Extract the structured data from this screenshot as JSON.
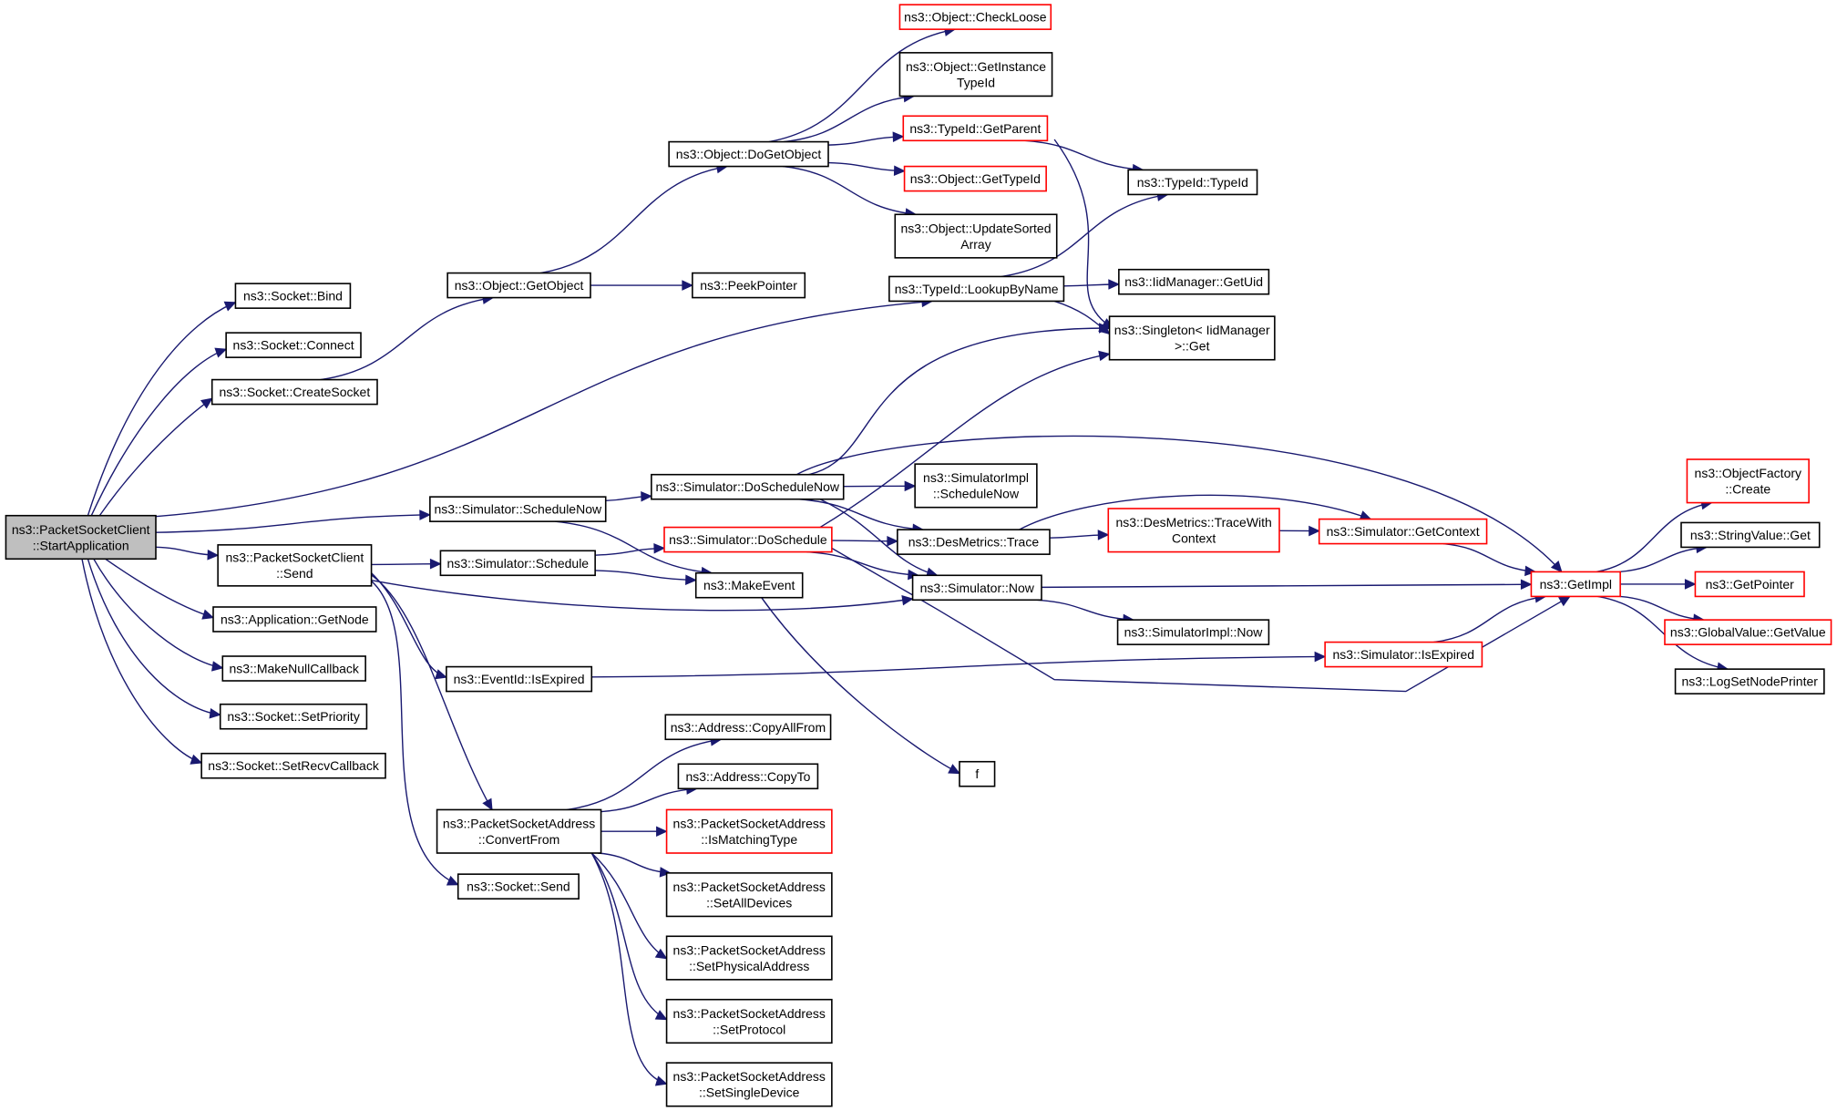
{
  "colors": {
    "edge": "#191970",
    "normal_border": "#000000",
    "incomplete_border": "#ff0000",
    "root_fill": "#bfbfbf",
    "fill": "#ffffff"
  },
  "nodes": [
    {
      "id": "root",
      "lines": [
        "ns3::PacketSocketClient",
        "::StartApplication"
      ],
      "kind": "root"
    },
    {
      "id": "bind",
      "lines": [
        "ns3::Socket::Bind"
      ],
      "kind": "normal"
    },
    {
      "id": "connect",
      "lines": [
        "ns3::Socket::Connect"
      ],
      "kind": "normal"
    },
    {
      "id": "createsocket",
      "lines": [
        "ns3::Socket::CreateSocket"
      ],
      "kind": "normal"
    },
    {
      "id": "pscsend",
      "lines": [
        "ns3::PacketSocketClient",
        "::Send"
      ],
      "kind": "normal"
    },
    {
      "id": "getnode",
      "lines": [
        "ns3::Application::GetNode"
      ],
      "kind": "normal"
    },
    {
      "id": "makenull",
      "lines": [
        "ns3::MakeNullCallback"
      ],
      "kind": "normal"
    },
    {
      "id": "setpriority",
      "lines": [
        "ns3::Socket::SetPriority"
      ],
      "kind": "normal"
    },
    {
      "id": "setrecv",
      "lines": [
        "ns3::Socket::SetRecvCallback"
      ],
      "kind": "normal"
    },
    {
      "id": "getobject",
      "lines": [
        "ns3::Object::GetObject"
      ],
      "kind": "normal"
    },
    {
      "id": "peekpointer",
      "lines": [
        "ns3::PeekPointer"
      ],
      "kind": "normal"
    },
    {
      "id": "dogetobject",
      "lines": [
        "ns3::Object::DoGetObject"
      ],
      "kind": "normal"
    },
    {
      "id": "checkloose",
      "lines": [
        "ns3::Object::CheckLoose"
      ],
      "kind": "incomplete"
    },
    {
      "id": "getinstancetypeid",
      "lines": [
        "ns3::Object::GetInstance",
        "TypeId"
      ],
      "kind": "normal"
    },
    {
      "id": "typeidgetparent",
      "lines": [
        "ns3::TypeId::GetParent"
      ],
      "kind": "incomplete"
    },
    {
      "id": "objgettypeid",
      "lines": [
        "ns3::Object::GetTypeId"
      ],
      "kind": "incomplete"
    },
    {
      "id": "updatesorted",
      "lines": [
        "ns3::Object::UpdateSorted",
        "Array"
      ],
      "kind": "normal"
    },
    {
      "id": "typeidtypeid",
      "lines": [
        "ns3::TypeId::TypeId"
      ],
      "kind": "normal"
    },
    {
      "id": "lookupbyname",
      "lines": [
        "ns3::TypeId::LookupByName"
      ],
      "kind": "normal"
    },
    {
      "id": "iidgetuid",
      "lines": [
        "ns3::IidManager::GetUid"
      ],
      "kind": "normal"
    },
    {
      "id": "singletonget",
      "lines": [
        "ns3::Singleton< IidManager",
        ">::Get"
      ],
      "kind": "normal"
    },
    {
      "id": "schedulenow",
      "lines": [
        "ns3::Simulator::ScheduleNow"
      ],
      "kind": "normal"
    },
    {
      "id": "doschedulenow",
      "lines": [
        "ns3::Simulator::DoScheduleNow"
      ],
      "kind": "normal"
    },
    {
      "id": "simimplschedulenow",
      "lines": [
        "ns3::SimulatorImpl",
        "::ScheduleNow"
      ],
      "kind": "normal"
    },
    {
      "id": "schedule",
      "lines": [
        "ns3::Simulator::Schedule"
      ],
      "kind": "normal"
    },
    {
      "id": "doschedule",
      "lines": [
        "ns3::Simulator::DoSchedule"
      ],
      "kind": "incomplete"
    },
    {
      "id": "makeevent",
      "lines": [
        "ns3::MakeEvent"
      ],
      "kind": "normal"
    },
    {
      "id": "destrace",
      "lines": [
        "ns3::DesMetrics::Trace"
      ],
      "kind": "normal"
    },
    {
      "id": "tracewithcontext",
      "lines": [
        "ns3::DesMetrics::TraceWith",
        "Context"
      ],
      "kind": "incomplete"
    },
    {
      "id": "getcontext",
      "lines": [
        "ns3::Simulator::GetContext"
      ],
      "kind": "incomplete"
    },
    {
      "id": "simnow",
      "lines": [
        "ns3::Simulator::Now"
      ],
      "kind": "normal"
    },
    {
      "id": "simimplnow",
      "lines": [
        "ns3::SimulatorImpl::Now"
      ],
      "kind": "normal"
    },
    {
      "id": "getimpl",
      "lines": [
        "ns3::GetImpl"
      ],
      "kind": "incomplete"
    },
    {
      "id": "simisexpired",
      "lines": [
        "ns3::Simulator::IsExpired"
      ],
      "kind": "incomplete"
    },
    {
      "id": "eventisexpired",
      "lines": [
        "ns3::EventId::IsExpired"
      ],
      "kind": "normal"
    },
    {
      "id": "objfactorycreate",
      "lines": [
        "ns3::ObjectFactory",
        "::Create"
      ],
      "kind": "incomplete"
    },
    {
      "id": "stringvalueget",
      "lines": [
        "ns3::StringValue::Get"
      ],
      "kind": "normal"
    },
    {
      "id": "getpointer",
      "lines": [
        "ns3::GetPointer"
      ],
      "kind": "incomplete"
    },
    {
      "id": "globalvalue",
      "lines": [
        "ns3::GlobalValue::GetValue"
      ],
      "kind": "incomplete"
    },
    {
      "id": "logsetnode",
      "lines": [
        "ns3::LogSetNodePrinter"
      ],
      "kind": "normal"
    },
    {
      "id": "f",
      "lines": [
        "f"
      ],
      "kind": "normal"
    },
    {
      "id": "copyallfrom",
      "lines": [
        "ns3::Address::CopyAllFrom"
      ],
      "kind": "normal"
    },
    {
      "id": "copyto",
      "lines": [
        "ns3::Address::CopyTo"
      ],
      "kind": "normal"
    },
    {
      "id": "convertfrom",
      "lines": [
        "ns3::PacketSocketAddress",
        "::ConvertFrom"
      ],
      "kind": "normal"
    },
    {
      "id": "ismatching",
      "lines": [
        "ns3::PacketSocketAddress",
        "::IsMatchingType"
      ],
      "kind": "incomplete"
    },
    {
      "id": "setalldevices",
      "lines": [
        "ns3::PacketSocketAddress",
        "::SetAllDevices"
      ],
      "kind": "normal"
    },
    {
      "id": "setphysical",
      "lines": [
        "ns3::PacketSocketAddress",
        "::SetPhysicalAddress"
      ],
      "kind": "normal"
    },
    {
      "id": "setprotocol",
      "lines": [
        "ns3::PacketSocketAddress",
        "::SetProtocol"
      ],
      "kind": "normal"
    },
    {
      "id": "setsingle",
      "lines": [
        "ns3::PacketSocketAddress",
        "::SetSingleDevice"
      ],
      "kind": "normal"
    },
    {
      "id": "socketsend",
      "lines": [
        "ns3::Socket::Send"
      ],
      "kind": "normal"
    }
  ],
  "edges": [
    [
      "root",
      "bind"
    ],
    [
      "root",
      "connect"
    ],
    [
      "root",
      "createsocket"
    ],
    [
      "root",
      "lookupbyname"
    ],
    [
      "root",
      "schedulenow"
    ],
    [
      "root",
      "pscsend"
    ],
    [
      "root",
      "getnode"
    ],
    [
      "root",
      "makenull"
    ],
    [
      "root",
      "setpriority"
    ],
    [
      "root",
      "setrecv"
    ],
    [
      "createsocket",
      "getobject"
    ],
    [
      "getobject",
      "dogetobject"
    ],
    [
      "getobject",
      "peekpointer"
    ],
    [
      "dogetobject",
      "checkloose"
    ],
    [
      "dogetobject",
      "getinstancetypeid"
    ],
    [
      "dogetobject",
      "typeidgetparent"
    ],
    [
      "dogetobject",
      "objgettypeid"
    ],
    [
      "dogetobject",
      "updatesorted"
    ],
    [
      "typeidgetparent",
      "typeidtypeid"
    ],
    [
      "typeidgetparent",
      "singletonget"
    ],
    [
      "lookupbyname",
      "typeidtypeid"
    ],
    [
      "lookupbyname",
      "iidgetuid"
    ],
    [
      "lookupbyname",
      "singletonget"
    ],
    [
      "schedulenow",
      "doschedulenow"
    ],
    [
      "schedulenow",
      "makeevent"
    ],
    [
      "doschedulenow",
      "simimplschedulenow"
    ],
    [
      "doschedulenow",
      "destrace"
    ],
    [
      "doschedulenow",
      "simnow"
    ],
    [
      "doschedulenow",
      "getimpl"
    ],
    [
      "doschedulenow",
      "singletonget"
    ],
    [
      "pscsend",
      "schedule"
    ],
    [
      "pscsend",
      "simnow"
    ],
    [
      "pscsend",
      "eventisexpired"
    ],
    [
      "pscsend",
      "convertfrom"
    ],
    [
      "pscsend",
      "socketsend"
    ],
    [
      "schedule",
      "doschedule"
    ],
    [
      "schedule",
      "makeevent"
    ],
    [
      "doschedule",
      "destrace"
    ],
    [
      "doschedule",
      "simnow"
    ],
    [
      "doschedule",
      "singletonget"
    ],
    [
      "doschedule",
      "getimpl"
    ],
    [
      "destrace",
      "tracewithcontext"
    ],
    [
      "destrace",
      "getcontext"
    ],
    [
      "tracewithcontext",
      "getcontext"
    ],
    [
      "getcontext",
      "getimpl"
    ],
    [
      "simnow",
      "getimpl"
    ],
    [
      "simnow",
      "simimplnow"
    ],
    [
      "eventisexpired",
      "simisexpired"
    ],
    [
      "simisexpired",
      "getimpl"
    ],
    [
      "getimpl",
      "objfactorycreate"
    ],
    [
      "getimpl",
      "stringvalueget"
    ],
    [
      "getimpl",
      "getpointer"
    ],
    [
      "getimpl",
      "globalvalue"
    ],
    [
      "getimpl",
      "logsetnode"
    ],
    [
      "makeevent",
      "f"
    ],
    [
      "convertfrom",
      "copyallfrom"
    ],
    [
      "convertfrom",
      "copyto"
    ],
    [
      "convertfrom",
      "ismatching"
    ],
    [
      "convertfrom",
      "setalldevices"
    ],
    [
      "convertfrom",
      "setphysical"
    ],
    [
      "convertfrom",
      "setprotocol"
    ],
    [
      "convertfrom",
      "setsingle"
    ]
  ]
}
